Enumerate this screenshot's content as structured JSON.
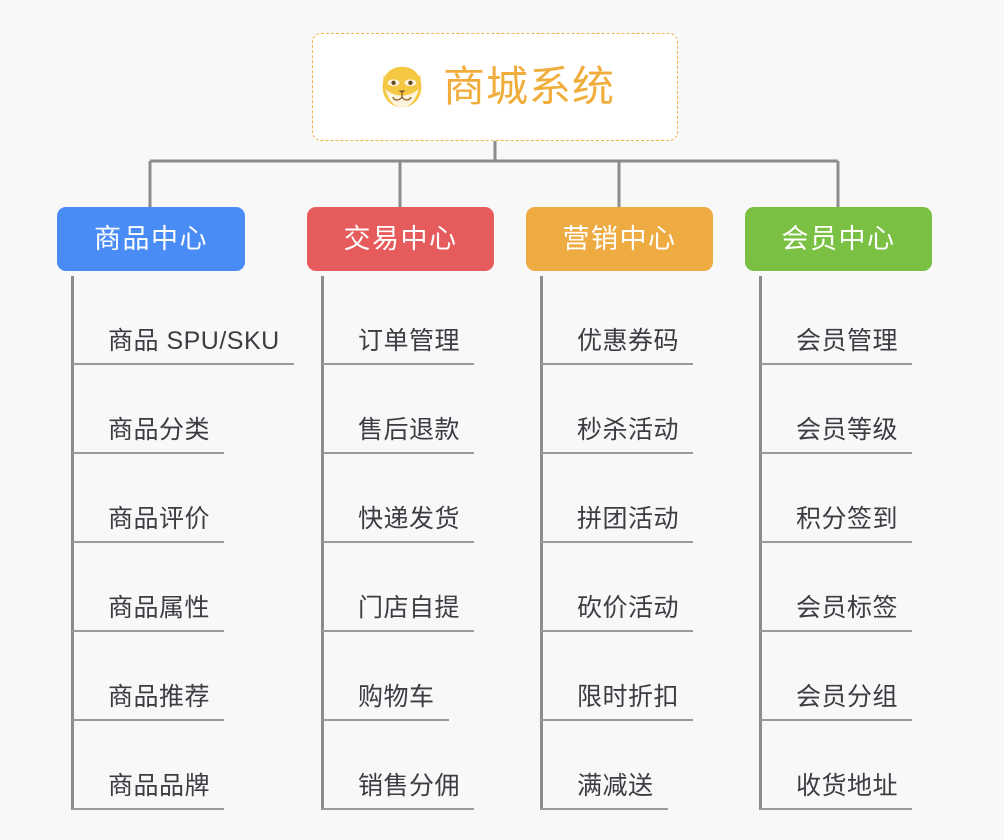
{
  "root": {
    "title": "商城系统",
    "icon": "shiba-dog-face-icon",
    "text_color": "#f0ad3c",
    "border_color": "#f0b24a"
  },
  "connector_color": "#8c8c8c",
  "background_color": "#f8f8f9",
  "categories": [
    {
      "label": "商品中心",
      "color": "#4a8cf5",
      "items": [
        "商品 SPU/SKU",
        "商品分类",
        "商品评价",
        "商品属性",
        "商品推荐",
        "商品品牌"
      ]
    },
    {
      "label": "交易中心",
      "color": "#e65c5c",
      "items": [
        "订单管理",
        "售后退款",
        "快递发货",
        "门店自提",
        "购物车",
        "销售分佣"
      ]
    },
    {
      "label": "营销中心",
      "color": "#eeab42",
      "items": [
        "优惠券码",
        "秒杀活动",
        "拼团活动",
        "砍价活动",
        "限时折扣",
        "满减送"
      ]
    },
    {
      "label": "会员中心",
      "color": "#7ac143",
      "items": [
        "会员管理",
        "会员等级",
        "积分签到",
        "会员标签",
        "会员分组",
        "收货地址"
      ]
    }
  ]
}
